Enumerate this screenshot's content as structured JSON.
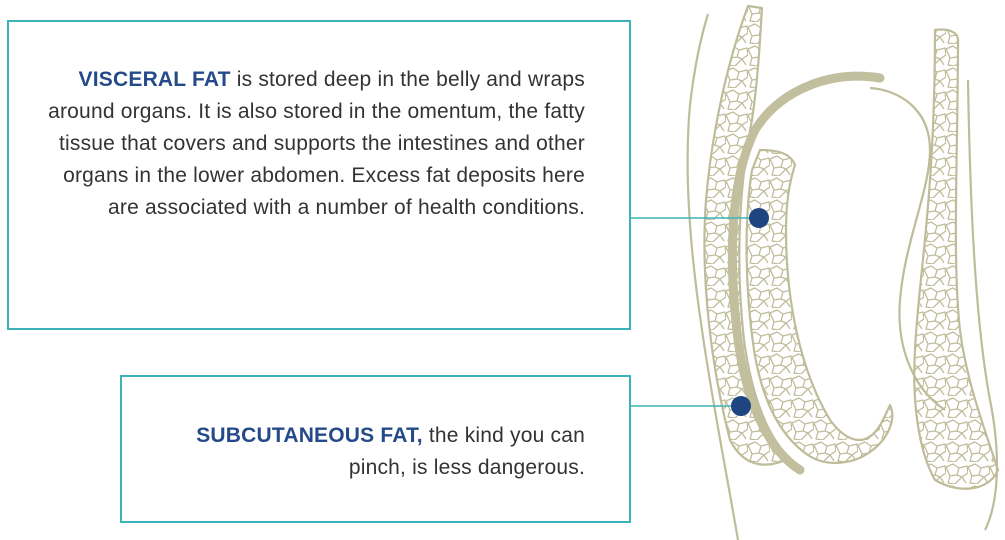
{
  "visceral": {
    "term": "VISCERAL FAT",
    "description": " is stored deep in the belly and wraps around organs. It is also stored in the omentum, the fatty tissue that covers and supports the intestines and other organs in the lower abdomen. Excess fat deposits here are associated with a number of health conditions."
  },
  "subcutaneous": {
    "term": "SUBCUTANEOUS FAT,",
    "description": " the kind you can pinch, is less dangerous."
  },
  "colors": {
    "box_border": "#3bb3b9",
    "term_text": "#254a8a",
    "body_text": "#333333",
    "marker": "#1f4580",
    "tissue_outline": "#bfbc9a"
  }
}
